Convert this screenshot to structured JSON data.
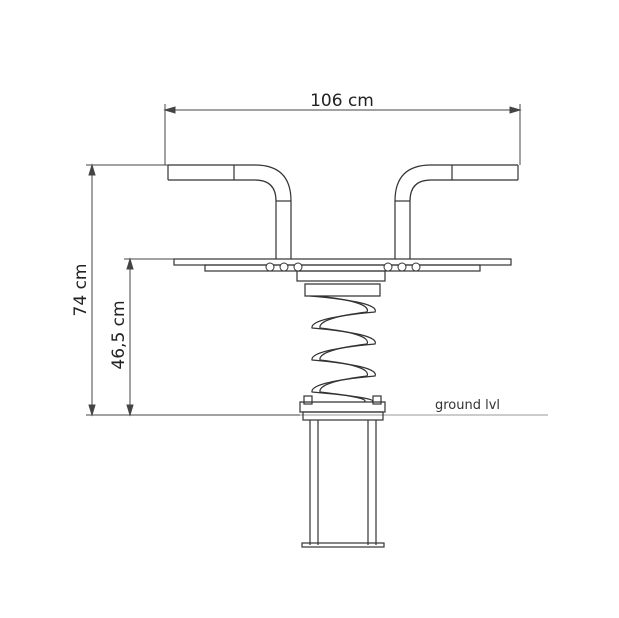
{
  "dimensions": {
    "width_label": "106 cm",
    "total_height_label": "74 cm",
    "seat_height_label": "46,5 cm"
  },
  "annotations": {
    "ground_label": "ground lvl"
  },
  "colors": {
    "line": "#333333",
    "dim_line": "#444444",
    "ground_line": "#999999",
    "background": "#ffffff"
  }
}
